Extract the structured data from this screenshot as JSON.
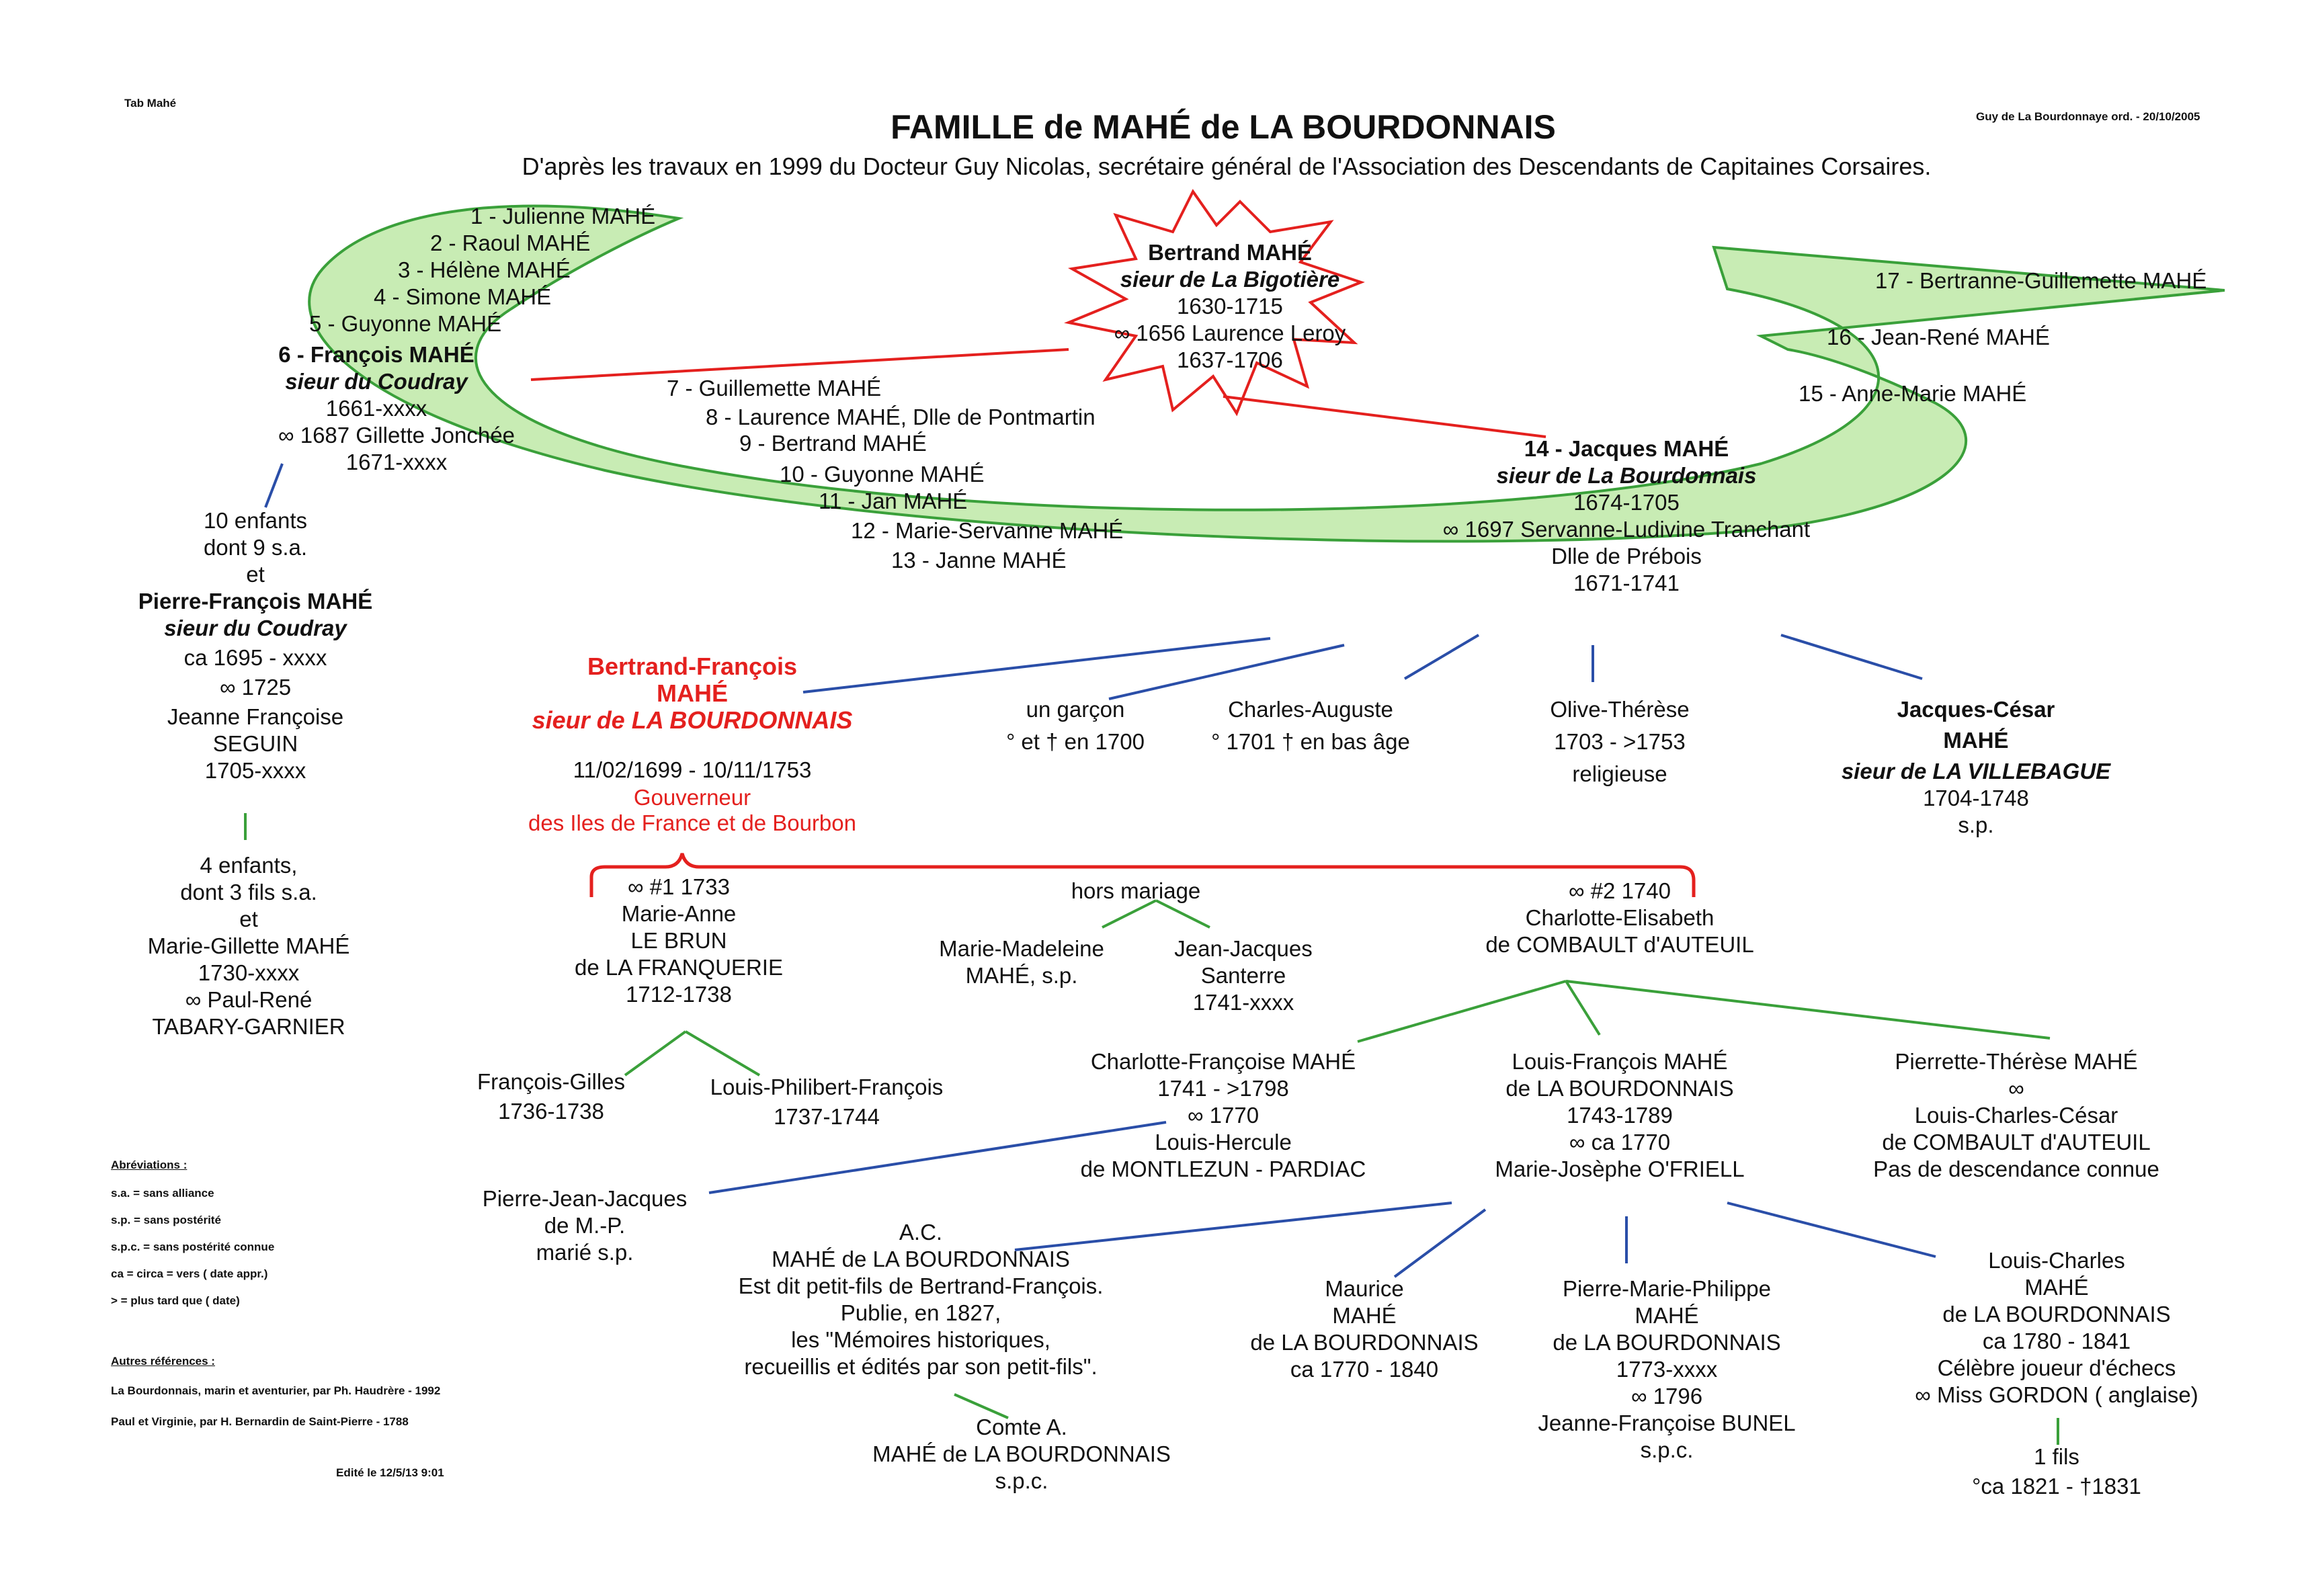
{
  "header": {
    "left_tag": "Tab Mahé",
    "right_tag": "Guy de La Bourdonnaye ord. - 20/10/2005",
    "title": "FAMILLE de  MAHÉ de LA BOURDONNAIS",
    "subtitle": "D'après les travaux en 1999 du Docteur Guy Nicolas, secrétaire général de l'Association des Descendants de Capitaines Corsaires."
  },
  "colors": {
    "band_fill": "#c8ecb4",
    "band_stroke": "#3aa03a",
    "red": "#e4201e",
    "blue": "#2a4ea8",
    "green": "#3aa03a"
  },
  "siblings_left": [
    "1 - Julienne  MAHÉ",
    "2 - Raoul MAHÉ",
    "3 - Hélène  MAHÉ",
    "4 - Simone  MAHÉ",
    "5 - Guyonne  MAHÉ"
  ],
  "francois": {
    "name": "6 - François  MAHÉ",
    "title": "sieur du Coudray",
    "dates": "1661-xxxx",
    "marriage": "∞ 1687 Gillette Jonchée",
    "spouse_dates": "1671-xxxx"
  },
  "siblings_middle": [
    "7 - Guillemette  MAHÉ",
    "8 - Laurence  MAHÉ, Dlle de Pontmartin",
    "9 - Bertrand  MAHÉ",
    "10 - Guyonne  MAHÉ",
    "11 - Jan  MAHÉ",
    "12 - Marie-Servanne  MAHÉ",
    "13 - Janne  MAHÉ"
  ],
  "siblings_right": [
    "17 - Bertranne-Guillemette  MAHÉ",
    "16 - Jean-René  MAHÉ",
    "15 - Anne-Marie  MAHÉ"
  ],
  "bertrand": {
    "name": "Bertrand  MAHÉ",
    "title": "sieur de La Bigotière",
    "dates": "1630-1715",
    "marriage": "∞ 1656 Laurence Leroy",
    "spouse_dates": "1637-1706"
  },
  "jacques": {
    "name": "14 - Jacques MAHÉ",
    "title": "sieur de La Bourdonnais",
    "dates": "1674-1705",
    "marriage": "∞ 1697 Servanne-Ludivine Tranchant",
    "spouse_title": "Dlle de Prébois",
    "spouse_dates": "1671-1741"
  },
  "coudray_line": {
    "l1": "10 enfants",
    "l2": "dont 9 s.a.",
    "l3": "et",
    "name": "Pierre-François  MAHÉ",
    "title": "sieur du Coudray",
    "dates": "ca 1695 - xxxx",
    "marriage": "∞ 1725",
    "spouse1": "Jeanne Françoise",
    "spouse2": "SEGUIN",
    "spouse_dates": "1705-xxxx",
    "k1": "4 enfants,",
    "k2": "dont 3 fils s.a.",
    "k3": "et",
    "k4": "Marie-Gillette  MAHÉ",
    "k5": "1730-xxxx",
    "k6": "∞ Paul-René",
    "k7": "TABARY-GARNIER"
  },
  "bf": {
    "name1": "Bertrand-François",
    "name2": "MAHÉ",
    "title": "sieur de LA BOURDONNAIS",
    "dates": "11/02/1699 - 10/11/1753",
    "role1": "Gouverneur",
    "role2": "des Iles de France et de Bourbon"
  },
  "garcon": {
    "l1": "un garçon",
    "l2": "° et † en 1700"
  },
  "charles": {
    "l1": "Charles-Auguste",
    "l2": "° 1701 † en bas âge"
  },
  "olive": {
    "l1": "Olive-Thérèse",
    "l2": "1703 - >1753",
    "l3": "religieuse"
  },
  "jc": {
    "l1": "Jacques-César",
    "l2": "MAHÉ",
    "l3": "sieur de LA VILLEBAGUE",
    "l4": "1704-1748",
    "l5": "s.p."
  },
  "wife1": {
    "l1": "∞ #1 1733",
    "l2": "Marie-Anne",
    "l3": "LE BRUN",
    "l4": "de LA FRANQUERIE",
    "l5": "1712-1738"
  },
  "hors": {
    "label": "hors mariage"
  },
  "mm": {
    "l1": "Marie-Madeleine",
    "l2": "MAHÉ, s.p."
  },
  "jj": {
    "l1": "Jean-Jacques",
    "l2": "Santerre",
    "l3": "1741-xxxx"
  },
  "wife2": {
    "l1": "∞ #2 1740",
    "l2": "Charlotte-Elisabeth",
    "l3": "de COMBAULT d'AUTEUIL"
  },
  "fg": {
    "l1": "François-Gilles",
    "l2": "1736-1738"
  },
  "lpf": {
    "l1": "Louis-Philibert-François",
    "l2": "1737-1744"
  },
  "cf": {
    "l1": "Charlotte-Françoise  MAHÉ",
    "l2": "1741 - >1798",
    "l3": "∞ 1770",
    "l4": "Louis-Hercule",
    "l5": "de MONTLEZUN - PARDIAC"
  },
  "lf": {
    "l1": "Louis-François  MAHÉ",
    "l2": "de LA BOURDONNAIS",
    "l3": "1743-1789",
    "l4": "∞ ca 1770",
    "l5": "Marie-Josèphe O'FRIELL"
  },
  "pt": {
    "l1": "Pierrette-Thérèse  MAHÉ",
    "l2": "∞",
    "l3": "Louis-Charles-César",
    "l4": "de COMBAULT d'AUTEUIL",
    "l5": "Pas de descendance connue"
  },
  "pjj": {
    "l1": "Pierre-Jean-Jacques",
    "l2": "de M.-P.",
    "l3": "marié s.p."
  },
  "ac": {
    "l1": "A.C.",
    "l2": "MAHÉ de LA BOURDONNAIS",
    "l3": "Est dit petit-fils de Bertrand-François.",
    "l4": "Publie, en 1827,",
    "l5": "les \"Mémoires historiques,",
    "l6": "recueillis et édités par son petit-fils\"."
  },
  "comte": {
    "l1": "Comte A.",
    "l2": "MAHÉ de LA BOURDONNAIS",
    "l3": "s.p.c."
  },
  "maurice": {
    "l1": "Maurice",
    "l2": "MAHÉ",
    "l3": "de LA BOURDONNAIS",
    "l4": "ca 1770 - 1840"
  },
  "pmp": {
    "l1": "Pierre-Marie-Philippe",
    "l2": "MAHÉ",
    "l3": "de LA BOURDONNAIS",
    "l4": "1773-xxxx",
    "l5": "∞ 1796",
    "l6": "Jeanne-Françoise BUNEL",
    "l7": "s.p.c."
  },
  "lc": {
    "l1": "Louis-Charles",
    "l2": "MAHÉ",
    "l3": "de LA BOURDONNAIS",
    "l4": "ca 1780 - 1841",
    "l5": "Célèbre joueur d'échecs",
    "l6": "∞ Miss GORDON ( anglaise)",
    "l7": "1 fils",
    "l8": "°ca 1821 - †1831"
  },
  "abbrev": {
    "title": "Abréviations :",
    "items": [
      "s.a. = sans alliance",
      "s.p. = sans postérité",
      "s.p.c. = sans postérité connue",
      "ca = circa = vers ( date appr.)",
      "> = plus tard que ( date)"
    ]
  },
  "refs": {
    "title": "Autres références :",
    "items": [
      "La Bourdonnais, marin et aventurier, par Ph. Haudrère - 1992",
      "Paul et Virginie, par H. Bernardin de Saint-Pierre - 1788"
    ]
  },
  "footer": {
    "edited": "Edité le  12/5/13 9:01"
  }
}
